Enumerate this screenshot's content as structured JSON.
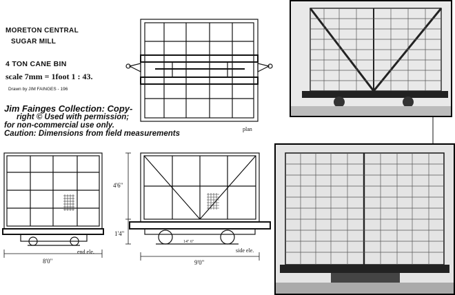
{
  "header": {
    "line1": "MORETON CENTRAL",
    "line2": "SUGAR MILL",
    "bin_title": "4  TON CANE  BIN",
    "scale": "scale 7mm = 1foot  1 :  43.",
    "drawn_by": "Drawn by JIM FAINGES - 196"
  },
  "credit": {
    "line1": "Jim Fainges Collection: Copy-",
    "line2": "right © Used with permission;",
    "line3": "for non-commercial use only.",
    "line4": "Caution: Dimensions from field measurements"
  },
  "labels": {
    "plan": "plan",
    "end_elevation": "end ele.",
    "side_elevation": "side ele.",
    "height_body": "4'6\"",
    "height_base": "1'4\"",
    "width_end": "8'0\"",
    "length_side": "9'0\"",
    "wheelbase": "14\" 6\""
  },
  "colors": {
    "ink": "#111111",
    "paper": "#ffffff"
  }
}
